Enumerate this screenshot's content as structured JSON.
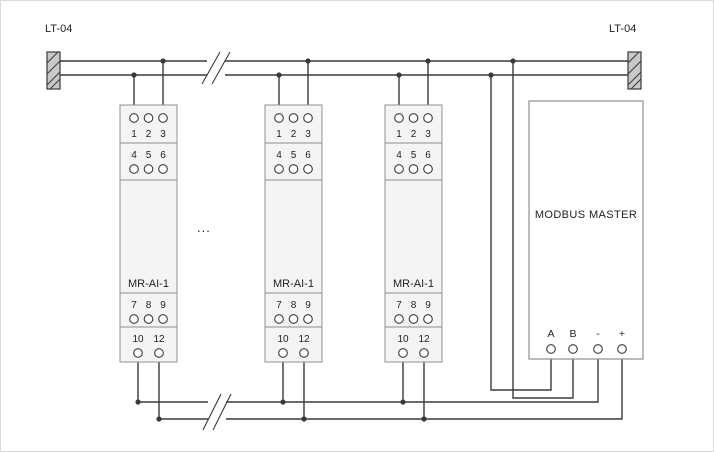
{
  "colors": {
    "wire": "#3a3a3a",
    "module_fill": "#f4f4f4",
    "module_border": "#909090",
    "master_border": "#909090",
    "master_fill": "#ffffff",
    "terminator_fill": "#c9c9c9",
    "text": "#1f1f1f",
    "background": "#ffffff"
  },
  "bus": {
    "left_terminator_label": "LT-04",
    "right_terminator_label": "LT-04"
  },
  "modules": [
    {
      "label": "MR-AI-1",
      "row1": [
        "1",
        "2",
        "3"
      ],
      "row2": [
        "4",
        "5",
        "6"
      ],
      "row3": [
        "7",
        "8",
        "9"
      ],
      "row4": [
        "10",
        "12"
      ]
    },
    {
      "label": "MR-AI-1",
      "row1": [
        "1",
        "2",
        "3"
      ],
      "row2": [
        "4",
        "5",
        "6"
      ],
      "row3": [
        "7",
        "8",
        "9"
      ],
      "row4": [
        "10",
        "12"
      ]
    },
    {
      "label": "MR-AI-1",
      "row1": [
        "1",
        "2",
        "3"
      ],
      "row2": [
        "4",
        "5",
        "6"
      ],
      "row3": [
        "7",
        "8",
        "9"
      ],
      "row4": [
        "10",
        "12"
      ]
    }
  ],
  "ellipsis": "...",
  "master": {
    "label": "MODBUS MASTER",
    "terminals": [
      "A",
      "B",
      "-",
      "+"
    ]
  }
}
